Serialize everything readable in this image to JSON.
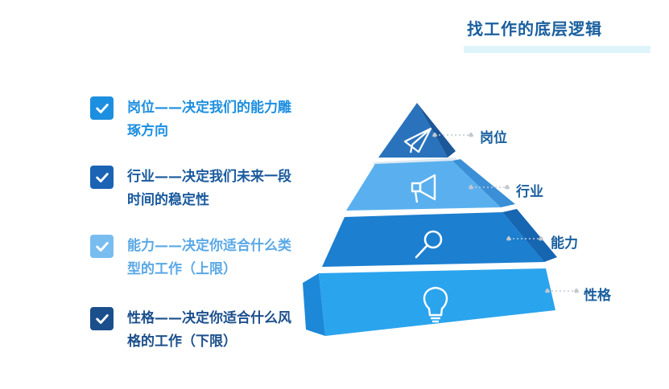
{
  "title": "找工作的底层逻辑",
  "items": [
    {
      "text": "岗位——决定我们的能力雕琢方向",
      "check_color": "#1d8fe0"
    },
    {
      "text": "行业——决定我们未来一段时间的稳定性",
      "check_color": "#1a63b5"
    },
    {
      "text": "能力——决定你适合什么类型的工作（上限）",
      "check_color": "#79bdf0"
    },
    {
      "text": "性格——决定你适合什么风格的工作（下限）",
      "check_color": "#1b4f8c"
    }
  ],
  "pyramid": {
    "levels": [
      {
        "label": "岗位",
        "icon": "paper-plane-icon"
      },
      {
        "label": "行业",
        "icon": "megaphone-icon"
      },
      {
        "label": "能力",
        "icon": "magnifier-icon"
      },
      {
        "label": "性格",
        "icon": "lightbulb-icon"
      }
    ],
    "colors": {
      "level1": "#2a73bc",
      "level2": "#5ab0ee",
      "level3": "#1c7fd0",
      "level4": "#2ba4ee"
    }
  }
}
